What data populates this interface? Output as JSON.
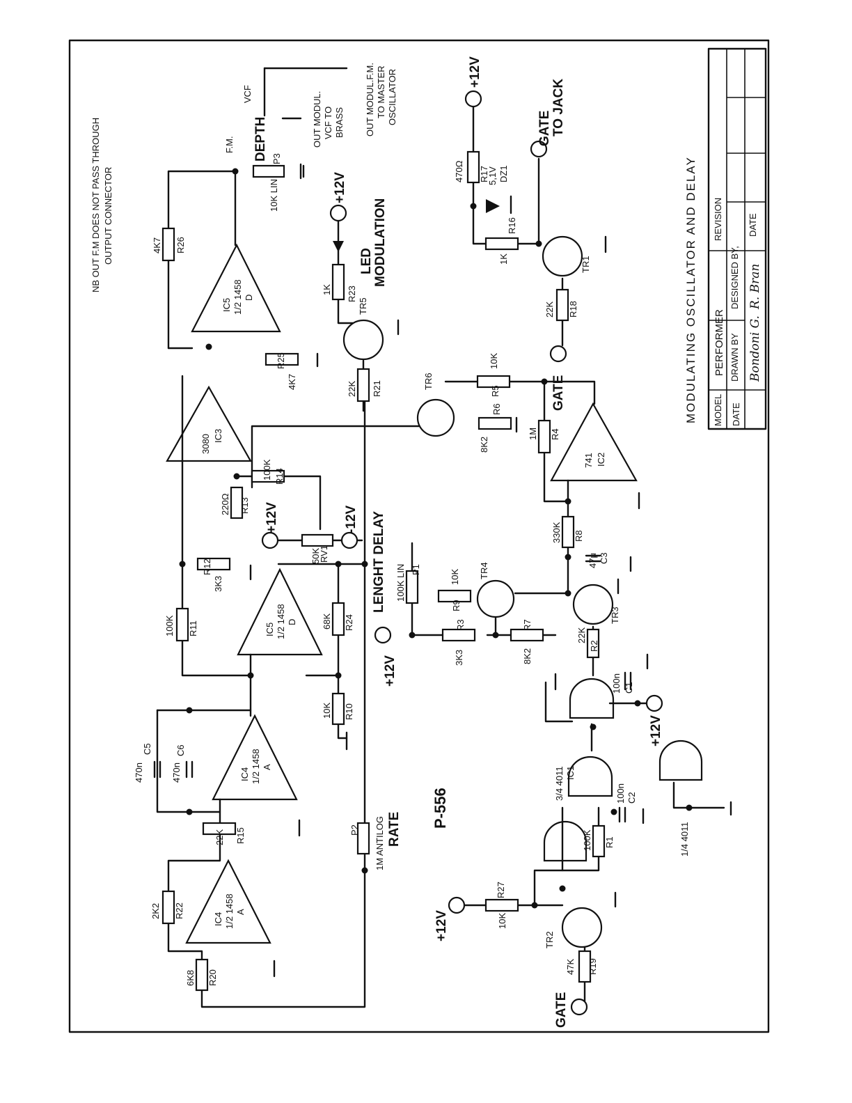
{
  "note": [
    "NB OUT F.M DOES NOT PASS THROUGH",
    "OUTPUT CONNECTOR"
  ],
  "title": "MODULATING OSCILLATOR AND DELAY",
  "drawing_number": "P-556",
  "title_block": {
    "model_label": "MODEL",
    "model_value": "PERFORMER",
    "date_label": "DATE",
    "drawn_by_label": "DRAWN BY",
    "drawn_by_value": "Bondoni G.",
    "designed_by_label": "DESIGNED BY,",
    "designed_by_value": "R. Bran",
    "revision_label": "REVISION",
    "date2_label": "DATE"
  },
  "controls": {
    "rate": "RATE",
    "rate_pot": "P2",
    "rate_value": "1M ANTILOG",
    "delay": "LENGHT DELAY",
    "delay_pot": "P1",
    "delay_value": "100K LIN",
    "depth": "DEPTH",
    "depth_pot": "P3",
    "depth_value": "10K LIN",
    "trim_pot": "RV1",
    "trim_value": "50K"
  },
  "outputs": {
    "vcf": "VCF",
    "fm": "F.M.",
    "out_vcf": [
      "OUT MODUL.",
      "VCF TO",
      "BRASS"
    ],
    "out_master": [
      "OUT MODUL.F.M.",
      "TO MASTER",
      "OSCILLATOR"
    ],
    "gate_jack": [
      "GATE",
      "TO JACK"
    ],
    "led": [
      "LED",
      "MODULATION"
    ]
  },
  "supply": {
    "pos": "+12V",
    "neg": "-12V"
  },
  "inputs": {
    "gate": "GATE"
  },
  "ics": {
    "ic4a": [
      "IC4",
      "1/2 1458",
      "A"
    ],
    "ic4b": [
      "IC4",
      "1/2 1458",
      "A"
    ],
    "ic5a": [
      "IC5",
      "1/2 1458",
      "D"
    ],
    "ic5b": [
      "IC5",
      "1/2 1458",
      "D"
    ],
    "ic3": [
      "3080",
      "IC3"
    ],
    "ic2": [
      "741",
      "IC2"
    ],
    "ic1": [
      "3/4 4011",
      "IC1"
    ],
    "ic1d": "1/4 4011"
  },
  "resistors": [
    {
      "ref": "R26",
      "val": "4K7"
    },
    {
      "ref": "R25",
      "val": "4K7"
    },
    {
      "ref": "R23",
      "val": "1K"
    },
    {
      "ref": "R21",
      "val": "22K"
    },
    {
      "ref": "R14",
      "val": "100K"
    },
    {
      "ref": "R13",
      "val": "220Ω"
    },
    {
      "ref": "R12",
      "val": "3K3"
    },
    {
      "ref": "R11",
      "val": "100K"
    },
    {
      "ref": "R24",
      "val": "68K"
    },
    {
      "ref": "R10",
      "val": "10K"
    },
    {
      "ref": "R15",
      "val": "22K"
    },
    {
      "ref": "R22",
      "val": "2K2"
    },
    {
      "ref": "R20",
      "val": "6K8"
    },
    {
      "ref": "R17",
      "val": "470Ω"
    },
    {
      "ref": "R16",
      "val": "1K"
    },
    {
      "ref": "R18",
      "val": "22K"
    },
    {
      "ref": "R5",
      "val": "10K"
    },
    {
      "ref": "R6",
      "val": "8K2"
    },
    {
      "ref": "R4",
      "val": "1M"
    },
    {
      "ref": "R8",
      "val": "330K"
    },
    {
      "ref": "R9",
      "val": "10K"
    },
    {
      "ref": "R3",
      "val": "3K3"
    },
    {
      "ref": "R7",
      "val": "8K2"
    },
    {
      "ref": "R2",
      "val": "22K"
    },
    {
      "ref": "R1",
      "val": "100K"
    },
    {
      "ref": "R27",
      "val": "10K"
    },
    {
      "ref": "R19",
      "val": "47K"
    }
  ],
  "capacitors": [
    {
      "ref": "C5",
      "val": "470n"
    },
    {
      "ref": "C6",
      "val": "470n"
    },
    {
      "ref": "C3",
      "val": "47μ"
    },
    {
      "ref": "C1",
      "val": "100n"
    },
    {
      "ref": "C2",
      "val": "100n"
    }
  ],
  "zener": {
    "ref": "DZ1",
    "val": "5,1V"
  },
  "transistors": [
    "TR1",
    "TR2",
    "TR3",
    "TR4",
    "TR5",
    "TR6"
  ]
}
